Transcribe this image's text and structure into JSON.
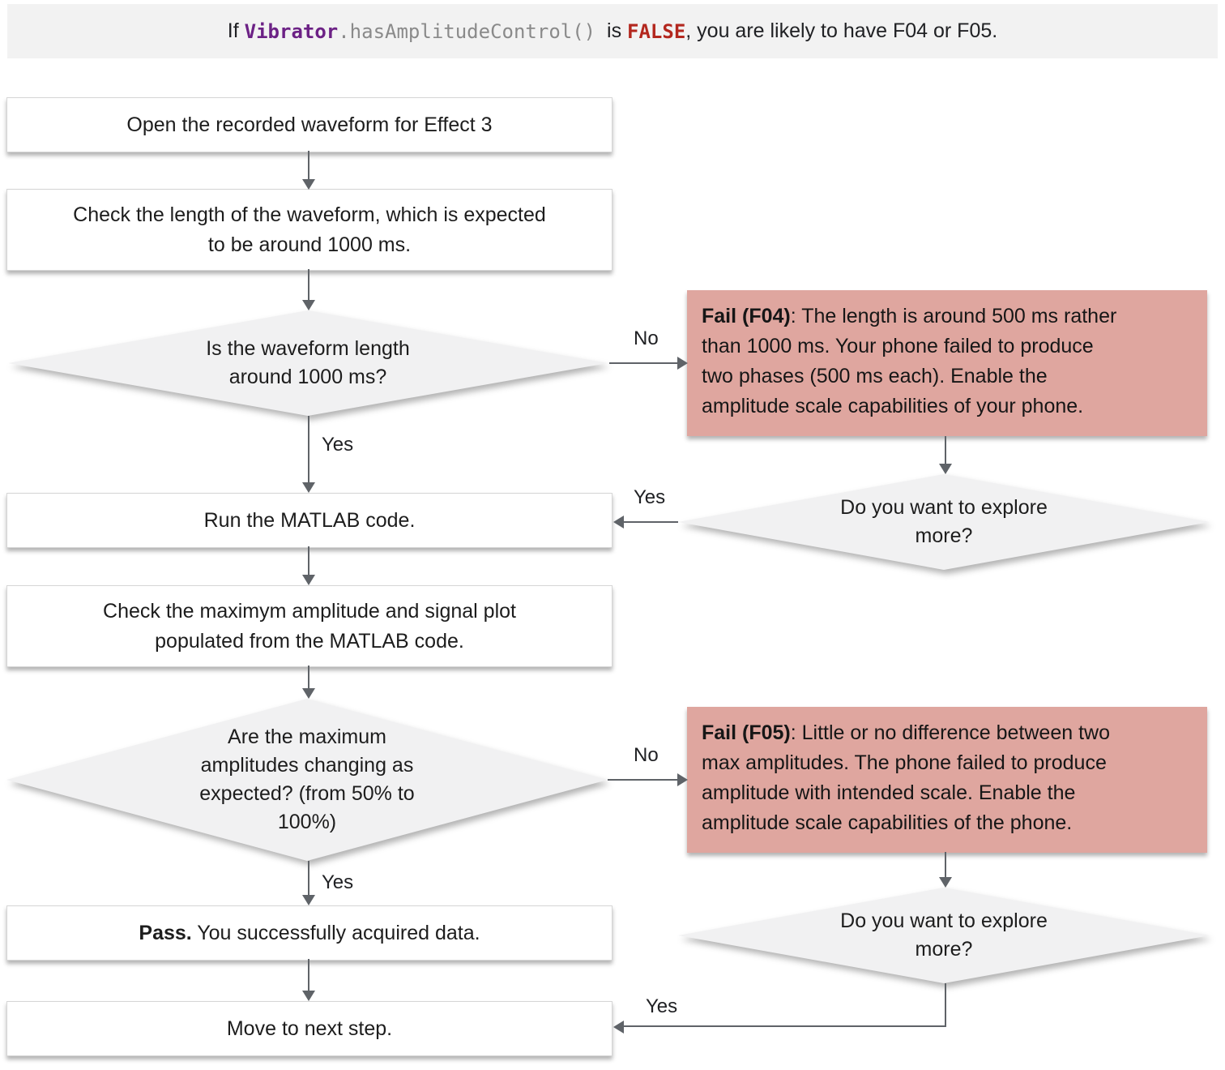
{
  "banner": {
    "text_prefix": "If ",
    "code_object": "Vibrator",
    "code_method": ".hasAmplitudeControl()",
    "text_is": "  is ",
    "code_value": "FALSE",
    "text_suffix": ", you are likely to have F04 or F05."
  },
  "flowchart": {
    "steps": {
      "open_waveform": "Open the recorded waveform for Effect 3",
      "check_length": [
        "Check the length of the waveform, which is expected",
        "to be around 1000 ms."
      ],
      "run_matlab": "Run the MATLAB code.",
      "check_amplitude": [
        "Check the maximym amplitude and signal plot",
        "populated from the MATLAB code."
      ],
      "move_next": "Move to next step."
    },
    "decisions": {
      "length_question": [
        "Is the waveform length",
        "around 1000 ms?"
      ],
      "amplitude_question": [
        "Are the maximum",
        "amplitudes changing as",
        "expected? (from 50% to",
        "100%)"
      ],
      "explore_more_1": [
        "Do you want to explore",
        "more?"
      ],
      "explore_more_2": [
        "Do you want to explore",
        "more?"
      ]
    },
    "outcomes": {
      "fail_f04_label": "Fail (F04)",
      "fail_f04_lines": [
        ": The length is around 500 ms rather",
        "than 1000 ms. Your phone failed to produce",
        "two phases (500 ms each). Enable the",
        "amplitude scale capabilities of your phone."
      ],
      "fail_f05_label": "Fail (F05)",
      "fail_f05_lines": [
        ": Little or no difference between two",
        "max amplitudes. The phone failed to produce",
        "amplitude with intended scale. Enable the",
        "amplitude scale capabilities of the phone."
      ],
      "pass_label": "Pass.",
      "pass_text": " You successfully acquired data."
    },
    "edge_labels": {
      "length_no": "No",
      "length_yes": "Yes",
      "explore1_yes": "Yes",
      "amplitude_no": "No",
      "amplitude_yes": "Yes",
      "explore2_yes": "Yes"
    }
  },
  "colors": {
    "banner_bg": "#f2f2f2",
    "code_purple": "#6c2185",
    "code_gray": "#8a8a8a",
    "code_red": "#b3271e",
    "fail_bg": "#dfa69f",
    "diamond_bg": "#f1f1f2",
    "arrow": "#5f6368",
    "box_bg": "#ffffff"
  }
}
